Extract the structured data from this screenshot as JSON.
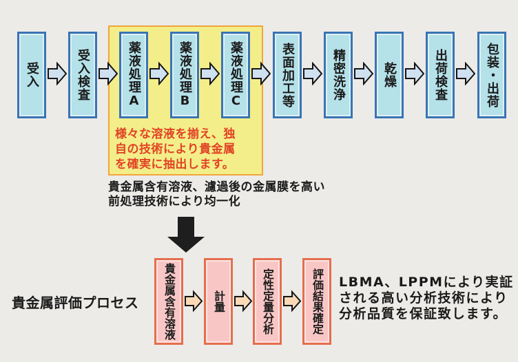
{
  "colors": {
    "page_bg": "#ecebe8",
    "text": "#1a1a1a",
    "box_fill": "#b5e1e9",
    "box_border": "#3a74b4",
    "arrow_fill": "#cfe0f1",
    "arrow_stroke": "#141414",
    "highlight_fill": "#f3ee89",
    "highlight_border": "#f0a43c",
    "note_text": "#e14325",
    "eval_box_fill": "#f9c6c6",
    "eval_box_border": "#e56e4d",
    "eval_arrow_fill": "#fbd9b6",
    "down_arrow": "#1e1e1e"
  },
  "main_flow": {
    "steps": [
      "受入",
      "受入検査",
      "薬液処理A",
      "薬液処理B",
      "薬液処理C",
      "表面加工等",
      "精密洗浄",
      "乾燥",
      "出荷検査",
      "包装・出荷"
    ]
  },
  "highlight_note": {
    "lines": [
      "様々な溶液を揃え、独",
      "自の技術により貴金属",
      "を確実に抽出します。"
    ]
  },
  "pretreatment_caption": {
    "lines": [
      "貴金属含有溶液、濾過後の金属膜を高い",
      "前処理技術により均一化"
    ]
  },
  "evaluation_flow": {
    "title": "貴金属評価プロセス",
    "steps": [
      "貴金属含有溶液",
      "計量",
      "定性定量分析",
      "評価結果確定"
    ]
  },
  "quality_note": {
    "lines": [
      "LBMA、LPPMにより実証",
      "される高い分析技術により",
      "分析品質を保証致します。"
    ]
  }
}
